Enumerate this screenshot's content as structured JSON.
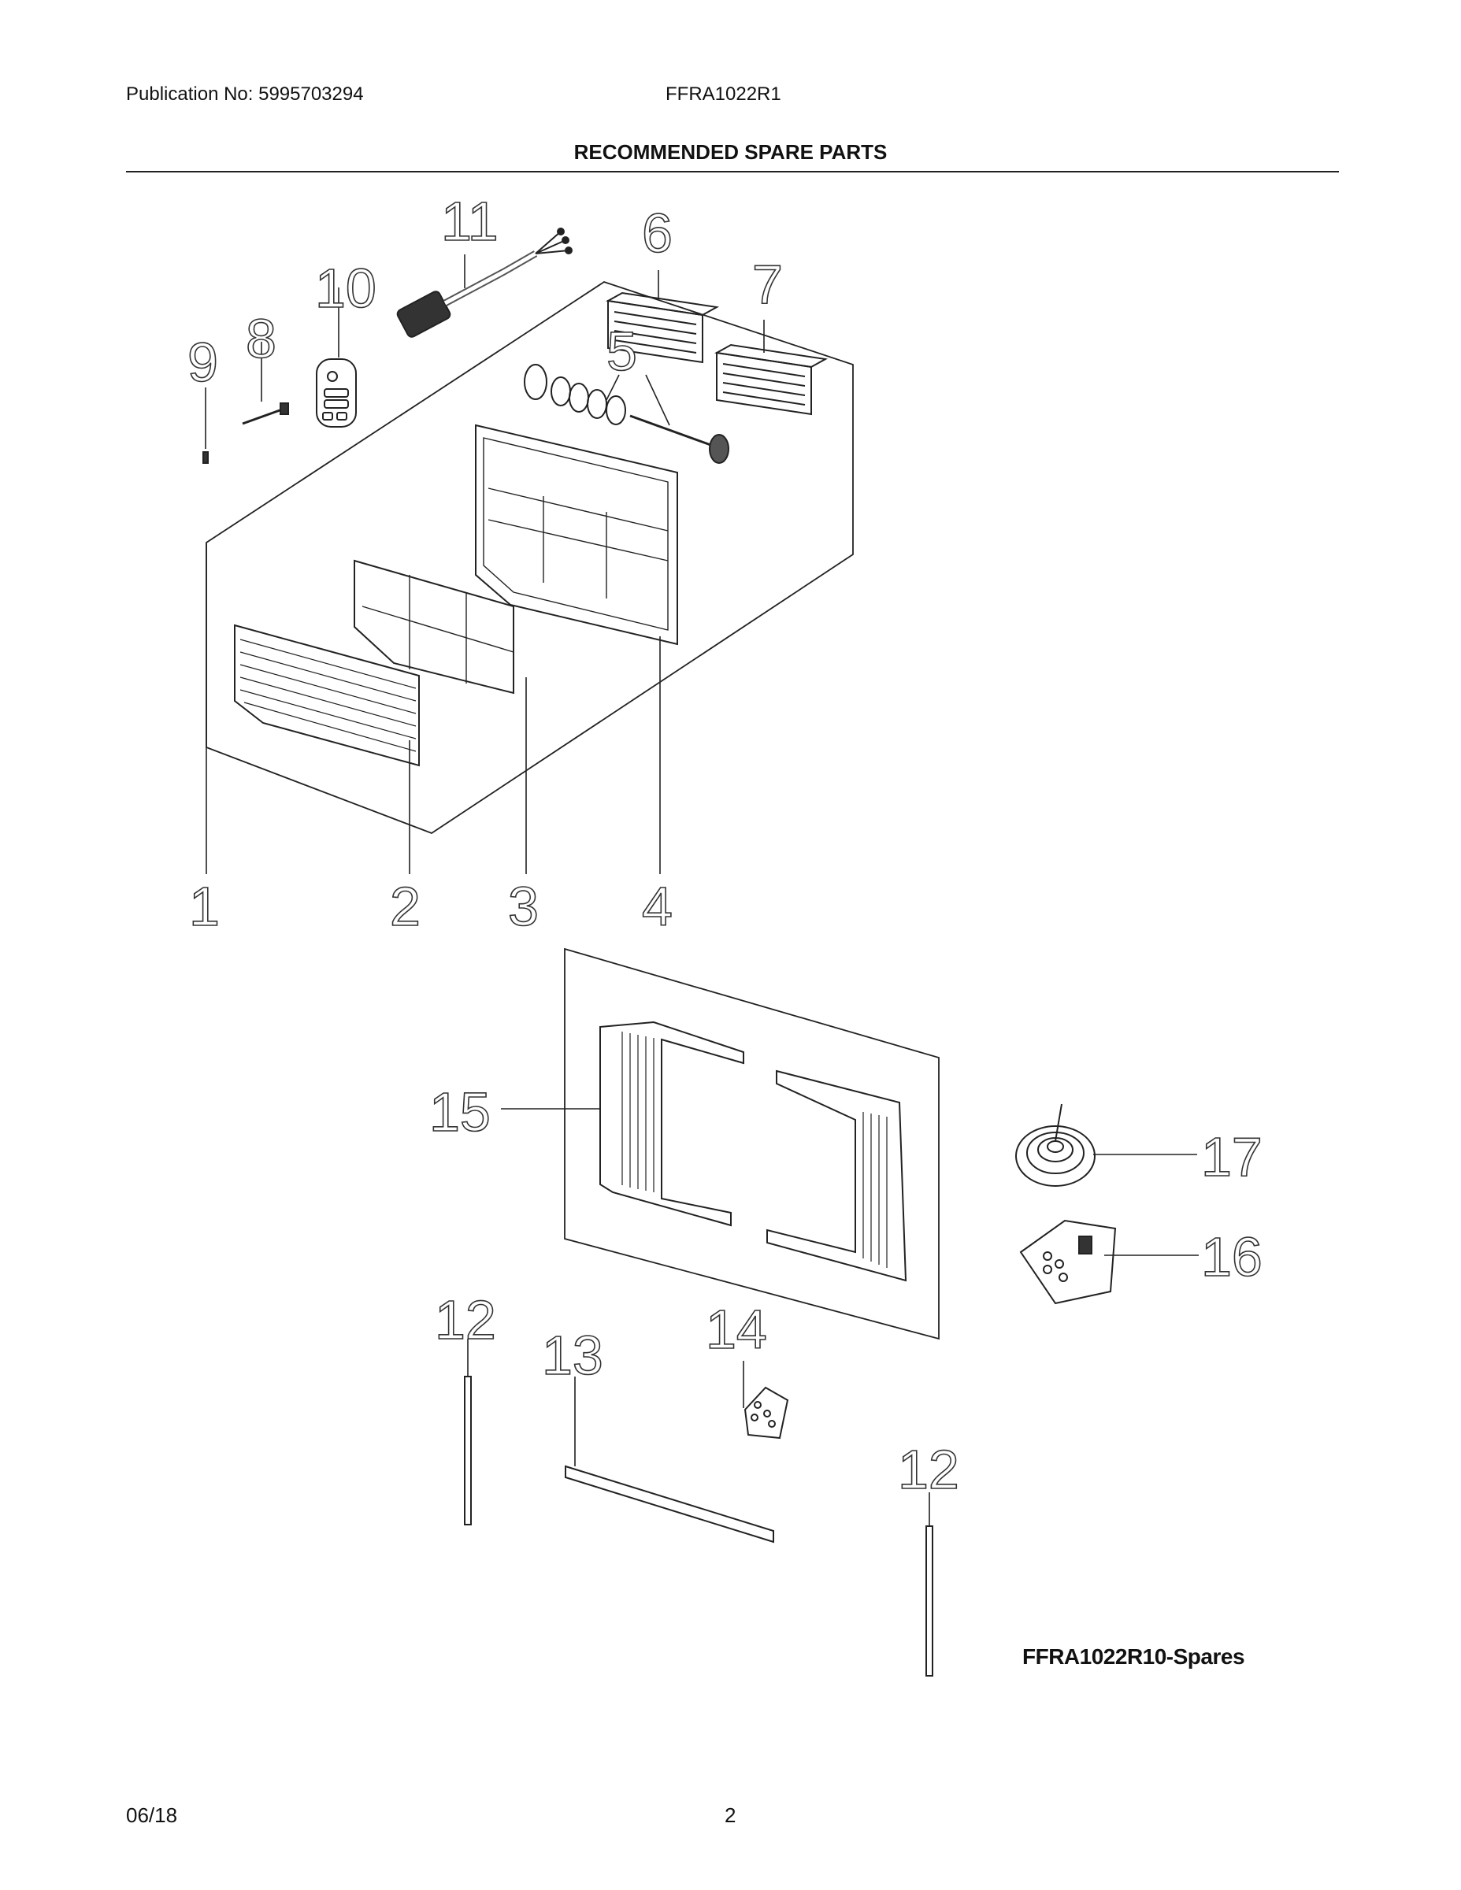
{
  "header": {
    "publication": "Publication No: 5995703294",
    "model": "FFRA1022R1",
    "title": "RECOMMENDED SPARE PARTS"
  },
  "callouts": [
    "1",
    "2",
    "3",
    "4",
    "5",
    "6",
    "7",
    "8",
    "9",
    "10",
    "11",
    "12",
    "13",
    "14",
    "15",
    "16",
    "17"
  ],
  "diagram_id": "FFRA1022R10-Spares",
  "footer": {
    "date": "06/18",
    "page": "2"
  }
}
